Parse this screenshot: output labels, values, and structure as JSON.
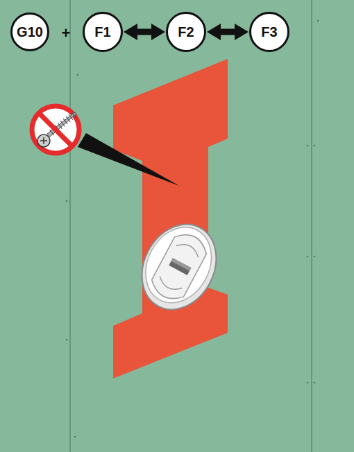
{
  "diagram": {
    "nodes": [
      {
        "text": [
          "G10"
        ]
      },
      {
        "text": [
          "F1"
        ]
      },
      {
        "text": [
          "F2"
        ]
      },
      {
        "text": [
          "F3"
        ]
      }
    ],
    "edges": [
      {
        "from": 1,
        "to": 2,
        "arrow": "both"
      },
      {
        "from": 2,
        "to": 3,
        "arrow": "both"
      }
    ],
    "labels": [
      "+"
    ]
  }
}
